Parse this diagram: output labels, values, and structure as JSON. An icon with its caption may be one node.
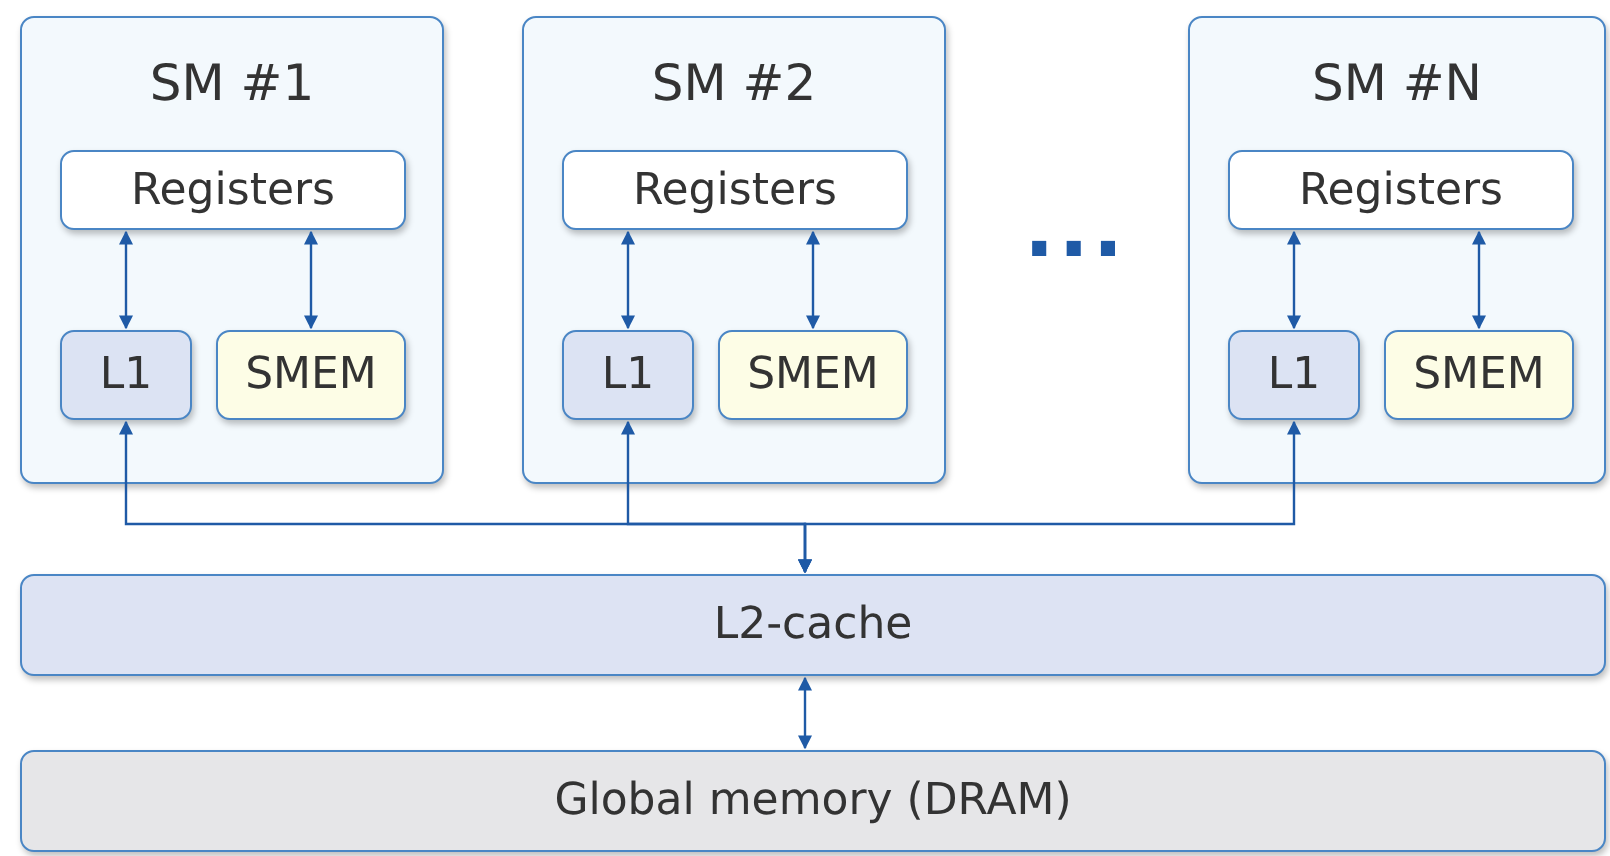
{
  "diagram": {
    "nodes": [
      {
        "text": [
          "SM #1"
        ]
      },
      {
        "text": [
          "Registers"
        ],
        "in": 0
      },
      {
        "text": [
          "L1"
        ],
        "in": 0
      },
      {
        "text": [
          "SMEM"
        ],
        "in": 0
      },
      {
        "text": [
          "SM #2"
        ]
      },
      {
        "text": [
          "Registers"
        ],
        "in": 4
      },
      {
        "text": [
          "L1"
        ],
        "in": 4
      },
      {
        "text": [
          "SMEM"
        ],
        "in": 4
      },
      {
        "text": [
          "SM #N"
        ]
      },
      {
        "text": [
          "Registers"
        ],
        "in": 8
      },
      {
        "text": [
          "L1"
        ],
        "in": 8
      },
      {
        "text": [
          "SMEM"
        ],
        "in": 8
      },
      {
        "text": [
          "L2-cache"
        ]
      },
      {
        "text": [
          "Global memory (DRAM)"
        ]
      }
    ],
    "edges": [
      {
        "from": 1,
        "to": 2,
        "arrow": "both"
      },
      {
        "from": 1,
        "to": 3,
        "arrow": "both"
      },
      {
        "from": 5,
        "to": 6,
        "arrow": "both"
      },
      {
        "from": 5,
        "to": 7,
        "arrow": "both"
      },
      {
        "from": 9,
        "to": 10,
        "arrow": "both"
      },
      {
        "from": 9,
        "to": 11,
        "arrow": "both"
      },
      {
        "from": 2,
        "to": 12,
        "arrow": "both"
      },
      {
        "from": 6,
        "to": 12,
        "arrow": "both"
      },
      {
        "from": 10,
        "to": 12,
        "arrow": "both"
      },
      {
        "from": 12,
        "to": 13,
        "arrow": "both"
      }
    ],
    "labels": [
      "..."
    ]
  }
}
